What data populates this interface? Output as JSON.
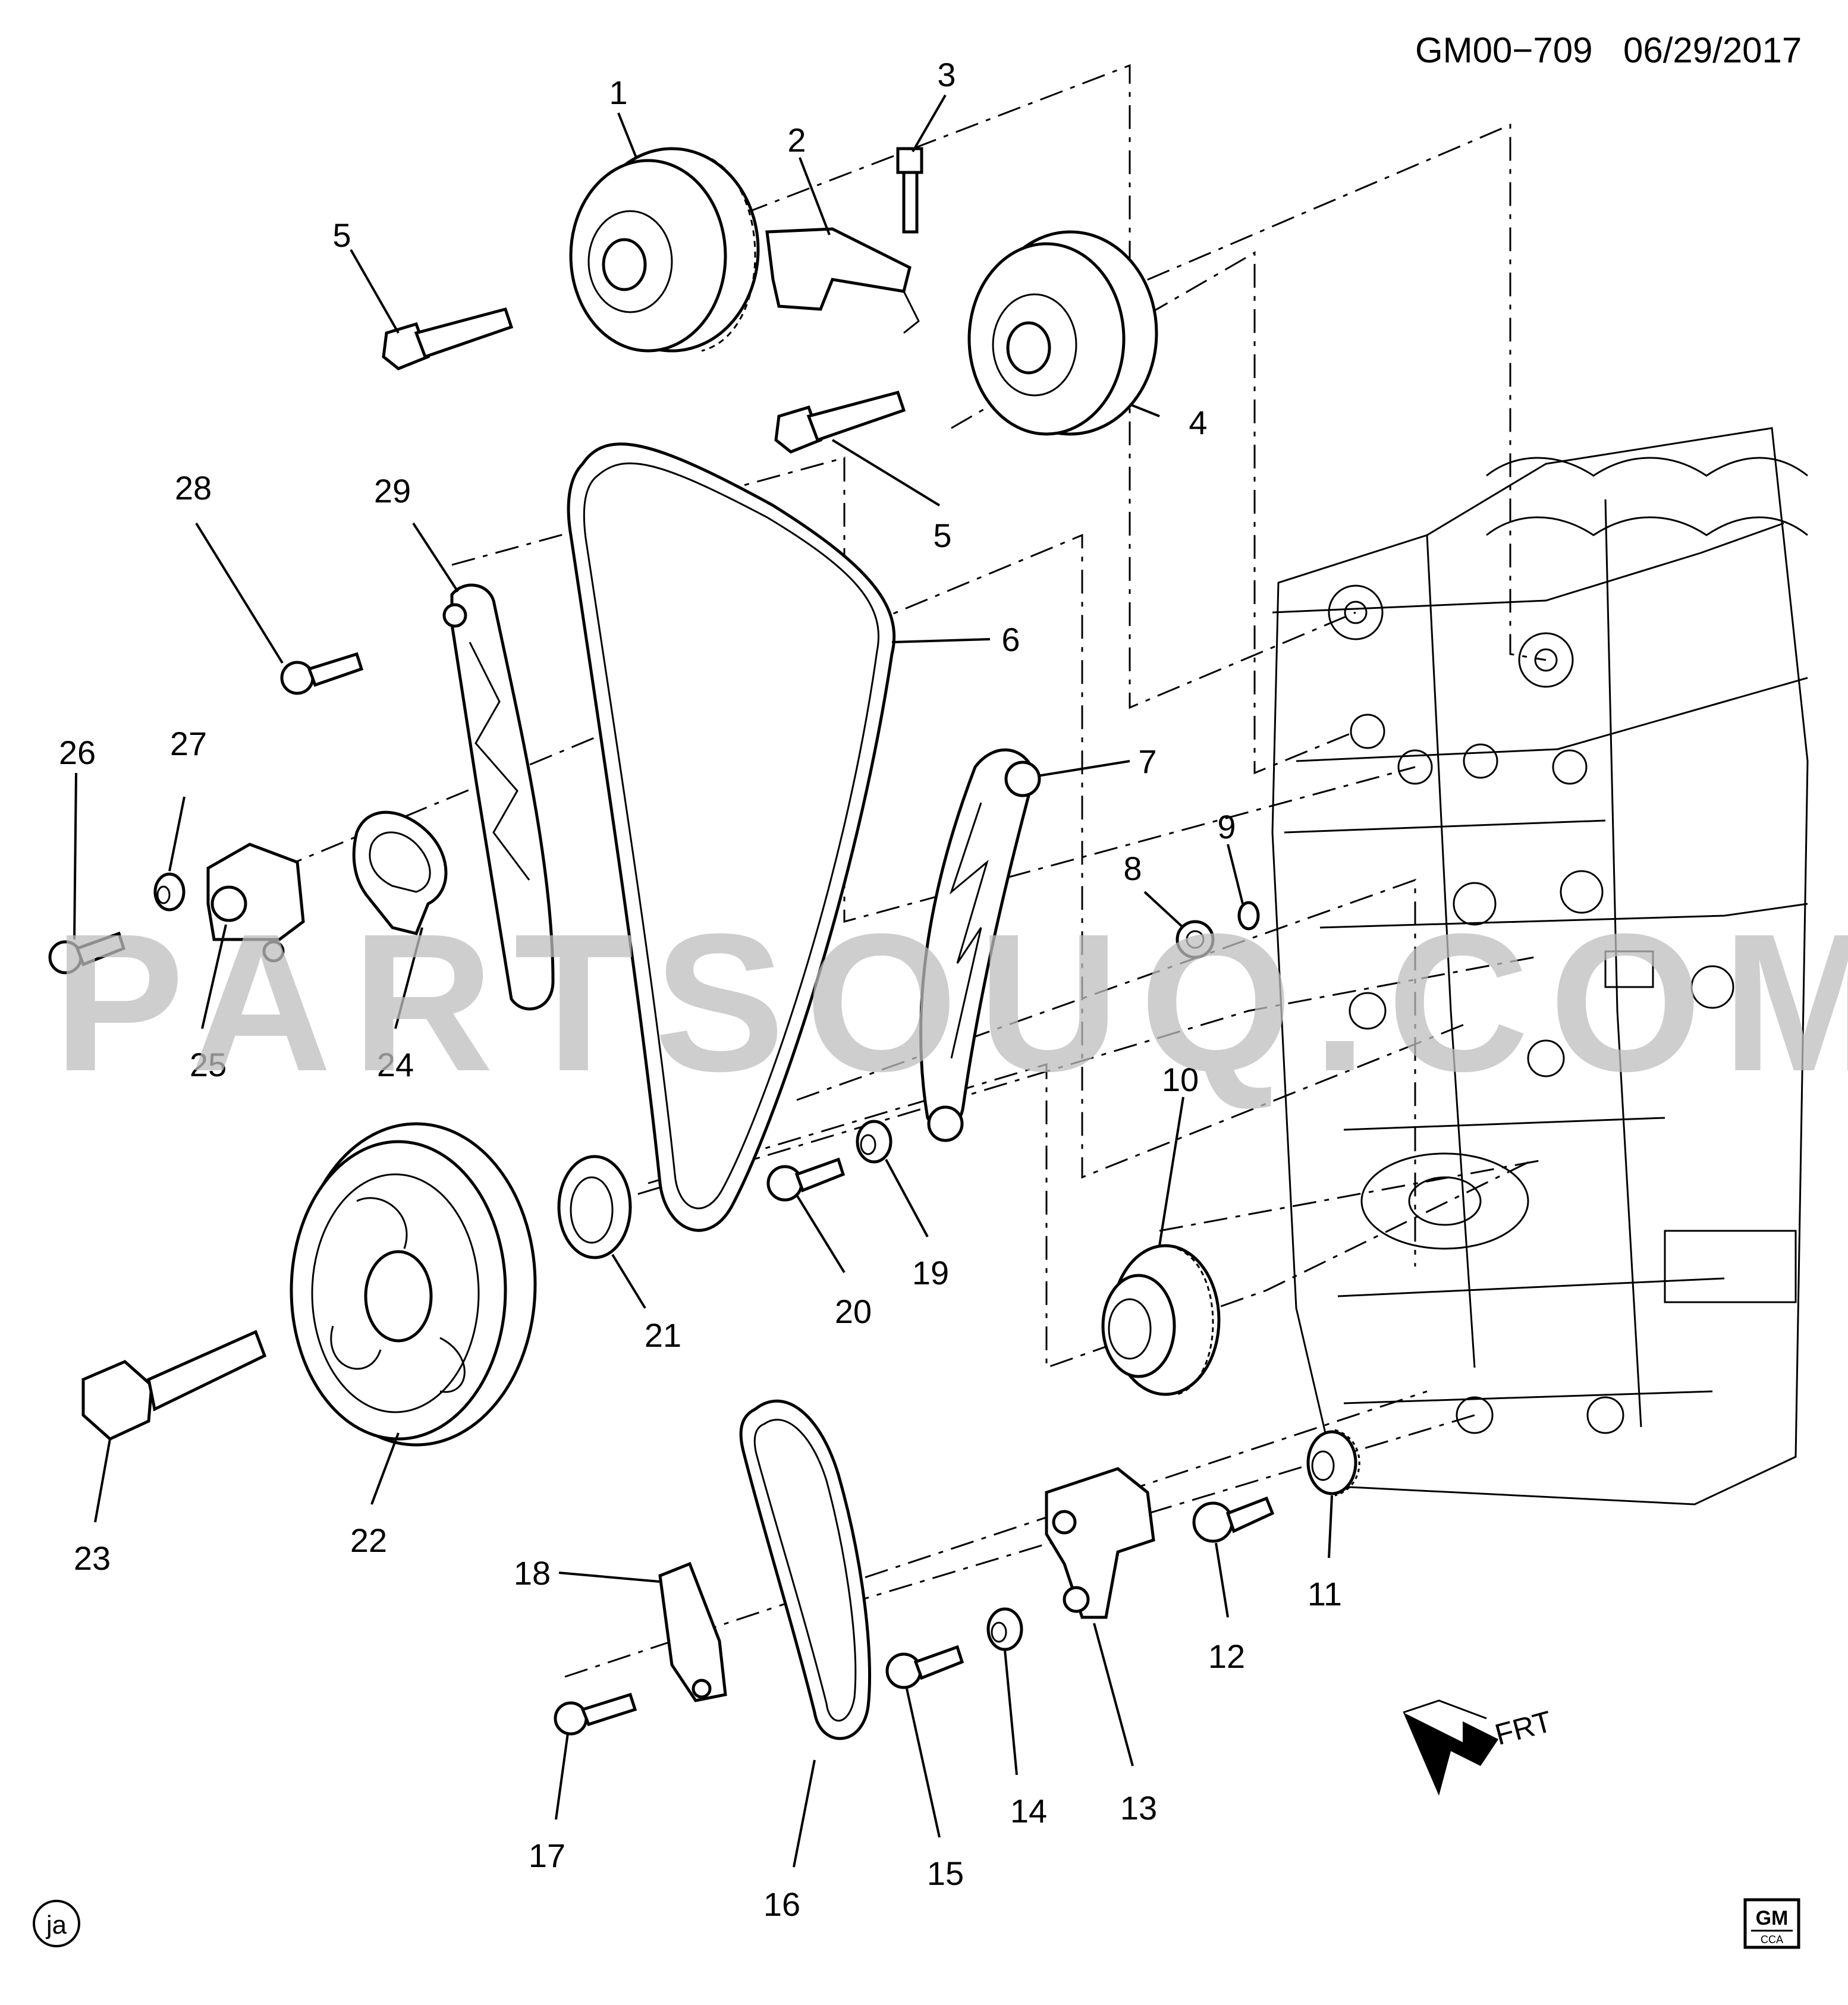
{
  "header": {
    "code": "GM00−709",
    "date": "06/29/2017"
  },
  "watermark": "PARTSOUQ.COM",
  "footer": {
    "author_mark": "ja",
    "logo_text_top": "GM",
    "logo_text_bottom": "CCA"
  },
  "direction": {
    "label": "FRT"
  },
  "callouts": [
    "1",
    "2",
    "3",
    "4",
    "5",
    "5",
    "6",
    "7",
    "8",
    "9",
    "10",
    "11",
    "12",
    "13",
    "14",
    "15",
    "16",
    "17",
    "18",
    "19",
    "20",
    "21",
    "22",
    "23",
    "24",
    "25",
    "26",
    "27",
    "28",
    "29"
  ]
}
